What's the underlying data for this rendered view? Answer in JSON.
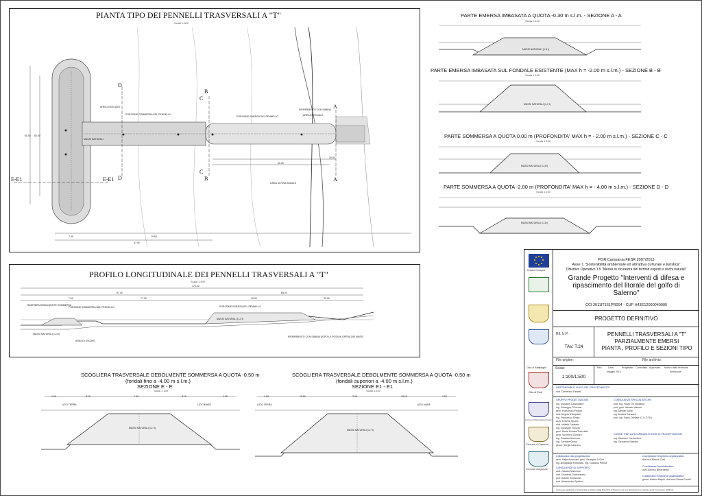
{
  "plan": {
    "title": "PIANTA TIPO DEI PENNELLI TRASVERSALI A \"T\"",
    "scale": "Scala  1:500",
    "labels": {
      "area_scavo": "AREA DI ESCAVO",
      "porzione_sommersa": "PORZIONE SOMMERSA DEL PENNELLO",
      "porzione_emersa": "PORZIONE EMERSA DEL PENNELLO",
      "riempimento": "RIEMPIMENTO CON SABBIA",
      "area_scavo2": "AREA DI ESCAVO",
      "linea_riva": "LINEA DI RIVA INIZIALE",
      "massi": "MASSI NATURALI"
    },
    "dims": {
      "d1": "80.00",
      "d2": "40.00",
      "d3": "20.00",
      "d4": "79.50",
      "d5": "87.40",
      "d6": "7.90",
      "d7": "60.00"
    },
    "section_marks": [
      "A",
      "B",
      "C",
      "D",
      "E-E1"
    ]
  },
  "profile": {
    "title": "PROFILO LONGITUDINALE DEI PENNELLI TRASVERSALI A \"T\"",
    "scale": "Scala  1:500",
    "dims": {
      "total": "172.40",
      "a": "87.40",
      "b": "85.00",
      "c": "7.90",
      "d": "77.30",
      "e": "40.00",
      "f": "20.00"
    },
    "labels": {
      "barriera": "BARRIERA DEBOLMENTE SOMMERSA",
      "porzione_sommersa": "PORZIONE SOMMERSA DEL PENNELLO",
      "porzione_emersa": "PORZIONE EMERSA DEL PENNELLO",
      "massi": "MASSI NATURALI (1-3 t)",
      "massi2": "MASSI NATURALI (1-3 t)",
      "area_scavo": "AREA DI ESCAVO",
      "riempimento": "RIEMPIMENTO CON SABBIA DOPO LA POSA IN OPERA DEI MASSI"
    }
  },
  "sections": {
    "A": {
      "title": "PARTE EMERSA IMBASATA A QUOTA -0.30 m s.l.m. - SEZIONE A - A",
      "scale": "Scala  1:100",
      "note": "MASSI NATURALI (1-3 t)"
    },
    "B": {
      "title": "PARTE EMERSA IMBASATA SUL FONDALE ESISTENTE (MAX h = -2.00 m s.l.m.) - SEZIONE B - B",
      "scale": "Scala  1:100",
      "note": "MASSI NATURALI (1-3 t)"
    },
    "C": {
      "title": "PARTE SOMMERSA A QUOTA 0.00 m (PROFONDITA' MAX h = - 2.00 m s.l.m.) - SEZIONE C - C",
      "scale": "Scala  1:100",
      "note": "MASSI NATURALI (1-3 t)"
    },
    "D": {
      "title": "PARTE SOMMERSA A QUOTA -2.00 m (PROFONDITA' MAX h = - 4.00 m s.l.m.) - SEZIONE D - D",
      "scale": "Scala  1:100",
      "note": "MASSI NATURALI (1-3 t)"
    },
    "E": {
      "title1": "SCOGLIERA TRASVERSALE DEBOLMENTE SOMMERSA A QUOTA -0.50 m",
      "title2": "(fondali fino a -4.00 m s.l.m.)",
      "title3": "SEZIONE E - E",
      "scale": "Scala  1:100",
      "lato_terra": "LATO TERRA",
      "lato_mare": "LATO MARE",
      "note": "MASSI NATURALI (3-7 t)",
      "dims": [
        "1.00",
        "8.10",
        "7.90",
        "8.10",
        "1.00"
      ]
    },
    "E1": {
      "title1": "SCOGLIERA TRASVERSALE DEBOLMENTE SOMMERSA A QUOTA -0.50 m",
      "title2": "(fondali superiori a -4.00 m s.l.m.)",
      "title3": "SEZIONE E1 - E1",
      "scale": "Scala  1:100",
      "lato_terra": "LATO TERRA",
      "lato_mare": "LATO MARE",
      "note": "MASSI NATURALI (3-7 t)",
      "dims": [
        "1.00",
        "10.10",
        "7.90",
        "10.10",
        "1.00"
      ]
    }
  },
  "titleblock": {
    "logos": [
      "Unione Europea",
      "Regione Campania",
      "Cittá di Battipaglia",
      "Cittá di Eboli",
      "Comune di Pontecagnano Faiano",
      "Comune di Capaccio",
      "Comune di Agropoli"
    ],
    "program": "POR Campania FESR 2007/2013",
    "asse": "Asse 1 \"Sostenibilità ambientale ed attrattiva culturale e turistica\"",
    "obiettivo": "Obiettivo Operativo 1.5 \"Messa in sicurezza dei territori esposti a rischi naturali\"",
    "project_line1": "Grande Progetto \"Interventi di difesa e",
    "project_line2": "ripascimento del litorale del golfo di",
    "project_line3": "Salerno\"",
    "cci": "CCI 2011IT161PR004 - CUP H43E12000040005",
    "phase": "PROGETTO DEFINITIVO",
    "rif_label": "Rif. U.P. :",
    "tav": "TAV. T.24",
    "drawing_line1": "PENNELLI TRASVERSALI A \"T\"",
    "drawing_line2": "PARZIALMENTE EMERSI",
    "drawing_line3": "PIANTA , PROFILO E SEZIONI TIPO",
    "file_origine": "File origine:",
    "file_archivio": "File archivio:",
    "scala_label": "Scala:",
    "scala_value": "1:100/1:500",
    "rev_headers": [
      "Rev.",
      "Data",
      "Progettato",
      "Controllato",
      "Approvato",
      "Motivo della revisione"
    ],
    "rev_data": "maggio 2013",
    "rev_motivo": "Emissione",
    "rup_label": "RESPONSABILE UNICO DEL PROCEDIMENTO",
    "rup_name": "dott. Domenico Ranesi",
    "gruppo_label": "GRUPPO PROGETTAZIONE",
    "gruppo": [
      "ing. Giovanni Cannoniere",
      "ing. Giuseppe D'Acunzi",
      "geol. Francesco Peduto",
      "dott. Angelo d'Acquisto",
      "ing. Francesco Sessa",
      "arch. Letteria Spuria",
      "dott. Valeria Catalano",
      "ing. Giuseppe Treccia",
      "geol. Maria Donata Turturiello",
      "arch. Vincenzo Zuccaro",
      "ing. Osvaldo Amoroso",
      "ing. Carmine Greco",
      "geom. Sergio Laurano"
    ],
    "consulenze_label": "CONSULENZE SPECIALISTICHE",
    "consulenze": [
      "prof. ing. Paolo De Girolamo",
      "prof. geol. Alessio Valente",
      "ing. Davide Sollai",
      "ing. Andrea Sansone",
      "prof. ing. Fabio Dentale (C.U.G.RI.)"
    ],
    "sicurezza_label": "COORD. PER LA SICUREZZA IN FASE DI PROGETTAZIONE",
    "sicurezza": [
      "ing. Giovanni Cannoniere",
      "ing. Giovanna Salzano"
    ],
    "collaboratori_label": "Collaboratori alla progettazione",
    "collaboratori": [
      "arch. Katja Avenuato, geol. Giuseppe D'Orsi",
      "ing. Annapaola Fortunato, ing. Gaetano Penna"
    ],
    "supporto_label": "CONSULENZE DI SUPPORTO",
    "supporto": [
      "dott. Claudio Mancuso",
      "dott. Giovanni Gammarano",
      "prof. Aniello Schiavone",
      "dott. Alessandro Spadoni"
    ],
    "coord_seg_label": "Coordinatore Segreteria organizzativa",
    "coord_seg": "dott.ssa Bianca Corti",
    "coord_amm_label": "Coordinatore Amministrativo",
    "coord_amm": "dott. Alfonso Berardinelli",
    "collab_seg_label": "Collaboratori Segreteria organizzativa",
    "collab_seg": "geom. Isidoro Napoli, dott.ssa Chiara Pucelli",
    "footer": "Il presente elaborato è di proprietà esclusiva della Provincia di Salerno e la sua riproduzione è vietata senza il consenso dell'Ente"
  }
}
